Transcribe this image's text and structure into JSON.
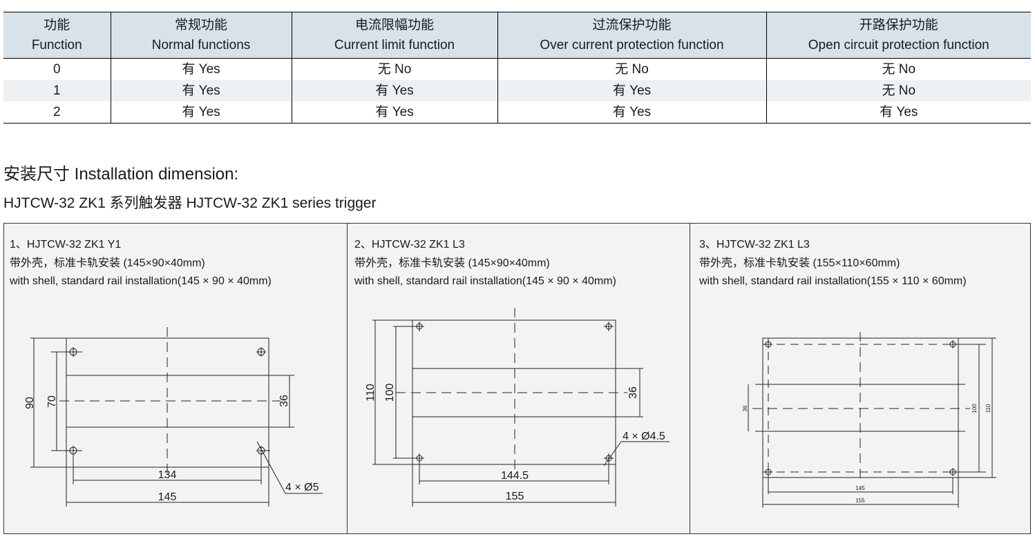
{
  "table": {
    "headers": [
      {
        "cn": "功能",
        "en": "Function"
      },
      {
        "cn": "常规功能",
        "en": "Normal functions"
      },
      {
        "cn": "电流限幅功能",
        "en": "Current limit function"
      },
      {
        "cn": "过流保护功能",
        "en": "Over current protection function"
      },
      {
        "cn": "开路保护功能",
        "en": "Open circuit protection function"
      }
    ],
    "rows": [
      [
        "0",
        "有 Yes",
        "无 No",
        "无 No",
        "无 No"
      ],
      [
        "1",
        "有 Yes",
        "有 Yes",
        "有 Yes",
        "无 No"
      ],
      [
        "2",
        "有 Yes",
        "有 Yes",
        "有 Yes",
        "有 Yes"
      ]
    ]
  },
  "section_title": "安装尺寸 Installation dimension:",
  "section_subtitle": "HJTCW-32 ZK1 系列触发器 HJTCW-32 ZK1 series trigger",
  "panels": [
    {
      "line1": "1、HJTCW-32 ZK1 Y1",
      "line2": "带外壳，标准卡轨安装 (145×90×40mm)",
      "line3": "with shell, standard rail installation(145 × 90 × 40mm)",
      "dims": {
        "outer_h": "90",
        "inner_h": "70",
        "rail": "36",
        "hole_span": "134",
        "width": "145",
        "holes": "4 × Ø5"
      }
    },
    {
      "line1": "2、HJTCW-32 ZK1 L3",
      "line2": "带外壳，标准卡轨安装 (145×90×40mm)",
      "line3": "with shell, standard rail installation(145 × 90 × 40mm)",
      "dims": {
        "outer_h": "110",
        "inner_h": "100",
        "rail": "36",
        "hole_span": "144.5",
        "width": "155",
        "holes": "4 × Ø4.5"
      }
    },
    {
      "line1": "3、HJTCW-32 ZK1 L3",
      "line2": "带外壳，标准卡轨安装 (155×110×60mm)",
      "line3": "with shell, standard rail installation(155 × 110 × 60mm)",
      "dims": {
        "rail": "36",
        "inner_h": "100",
        "outer_h": "110",
        "hole_span": "145",
        "width": "155"
      }
    }
  ]
}
